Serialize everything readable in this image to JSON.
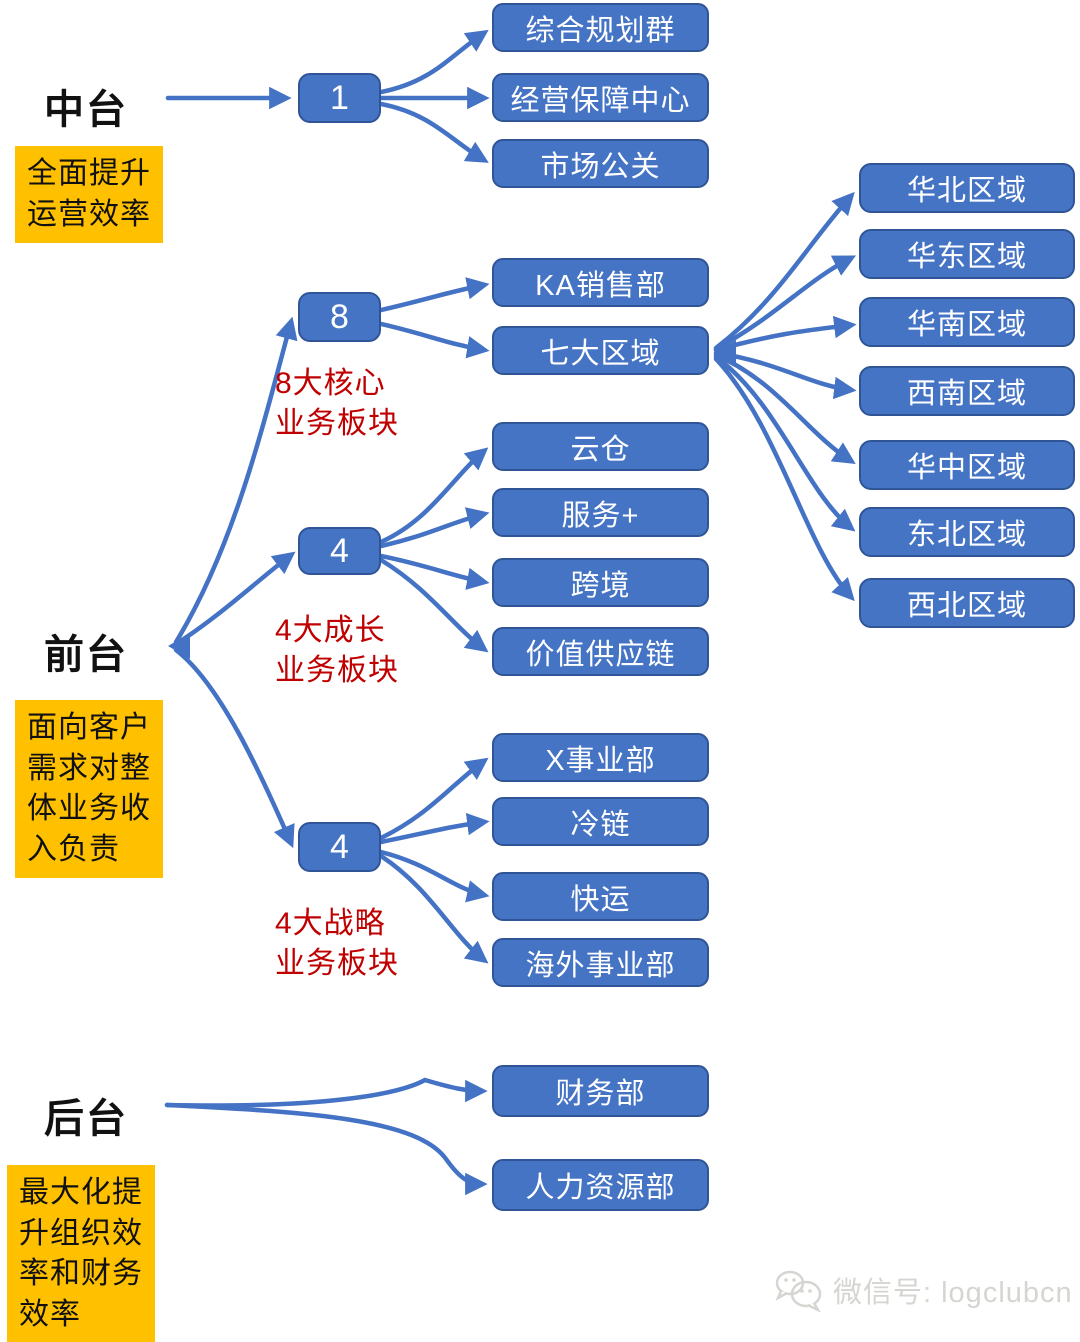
{
  "colors": {
    "box_fill": "#4674C5",
    "box_border": "#2F5597",
    "line": "#4472C4",
    "caption_red": "#C00000",
    "note_yellow": "#FFC000",
    "label_black": "#111111",
    "watermark_gray": "#d5d5d1"
  },
  "sections": {
    "middle": {
      "label": "中台",
      "note": "全面提升\n运营效率",
      "node": "1",
      "children": [
        "综合规划群",
        "经营保障中心",
        "市场公关"
      ]
    },
    "front": {
      "label": "前台",
      "note": "面向客户\n需求对整\n体业务收\n入负责",
      "groups": [
        {
          "node": "8",
          "caption": "8大核心\n业务板块",
          "children": [
            "KA销售部",
            "七大区域"
          ]
        },
        {
          "node": "4",
          "caption": "4大成长\n业务板块",
          "children": [
            "云仓",
            "服务+",
            "跨境",
            "价值供应链"
          ]
        },
        {
          "node": "4",
          "caption": "4大战略\n业务板块",
          "children": [
            "X事业部",
            "冷链",
            "快运",
            "海外事业部"
          ]
        }
      ]
    },
    "regions": {
      "items": [
        "华北区域",
        "华东区域",
        "华南区域",
        "西南区域",
        "华中区域",
        "东北区域",
        "西北区域"
      ]
    },
    "back": {
      "label": "后台",
      "note": "最大化提\n升组织效\n率和财务\n效率",
      "children": [
        "财务部",
        "人力资源部"
      ]
    }
  },
  "watermark": {
    "text": "微信号: logclubcn"
  }
}
